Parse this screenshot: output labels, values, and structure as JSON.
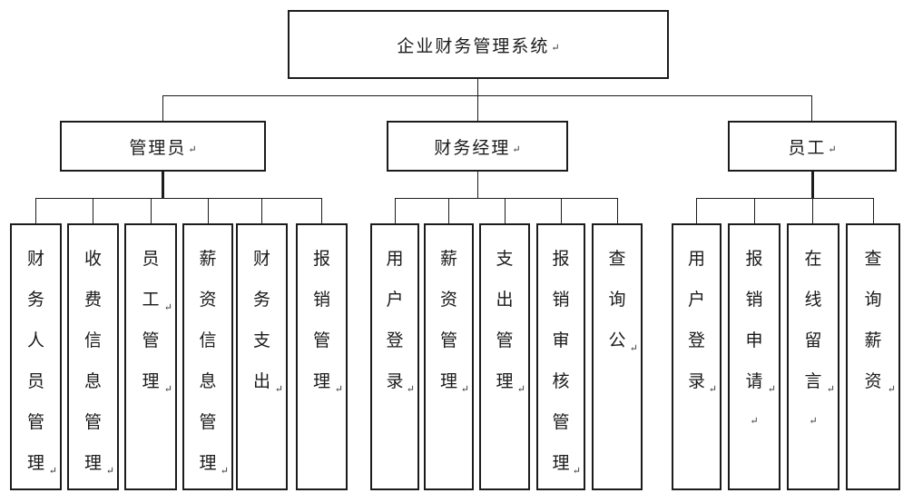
{
  "return_mark": "↵",
  "root": {
    "label": "企业财务管理系统"
  },
  "branches": [
    {
      "label": "管理员",
      "children": [
        {
          "name": "finance-staff-management",
          "paragraphs": [
            "财务人员管理"
          ]
        },
        {
          "name": "fee-info-management",
          "paragraphs": [
            "收费信息管理"
          ]
        },
        {
          "name": "employee-management",
          "paragraphs": [
            "员工",
            "管理"
          ]
        },
        {
          "name": "salary-info-management",
          "paragraphs": [
            "薪资信息管理"
          ]
        },
        {
          "name": "finance-expenditure",
          "paragraphs": [
            "财务支出"
          ]
        },
        {
          "name": "reimbursement-management",
          "paragraphs": [
            "报销管理"
          ]
        }
      ]
    },
    {
      "label": "财务经理",
      "children": [
        {
          "name": "user-login",
          "paragraphs": [
            "用户登录"
          ]
        },
        {
          "name": "salary-management",
          "paragraphs": [
            "薪资管理"
          ]
        },
        {
          "name": "expenditure-management",
          "paragraphs": [
            "支出管理"
          ]
        },
        {
          "name": "reimbursement-audit-management",
          "paragraphs": [
            "报销审核管理"
          ]
        },
        {
          "name": "query-announcement",
          "paragraphs": [
            "查询公"
          ]
        }
      ]
    },
    {
      "label": "员工",
      "children": [
        {
          "name": "user-login",
          "paragraphs": [
            "用户登录"
          ]
        },
        {
          "name": "reimbursement-application",
          "paragraphs": [
            "报销申请",
            ""
          ]
        },
        {
          "name": "online-message",
          "paragraphs": [
            "在线留言",
            ""
          ]
        },
        {
          "name": "query-salary",
          "paragraphs": [
            "查询薪资"
          ]
        }
      ]
    }
  ]
}
